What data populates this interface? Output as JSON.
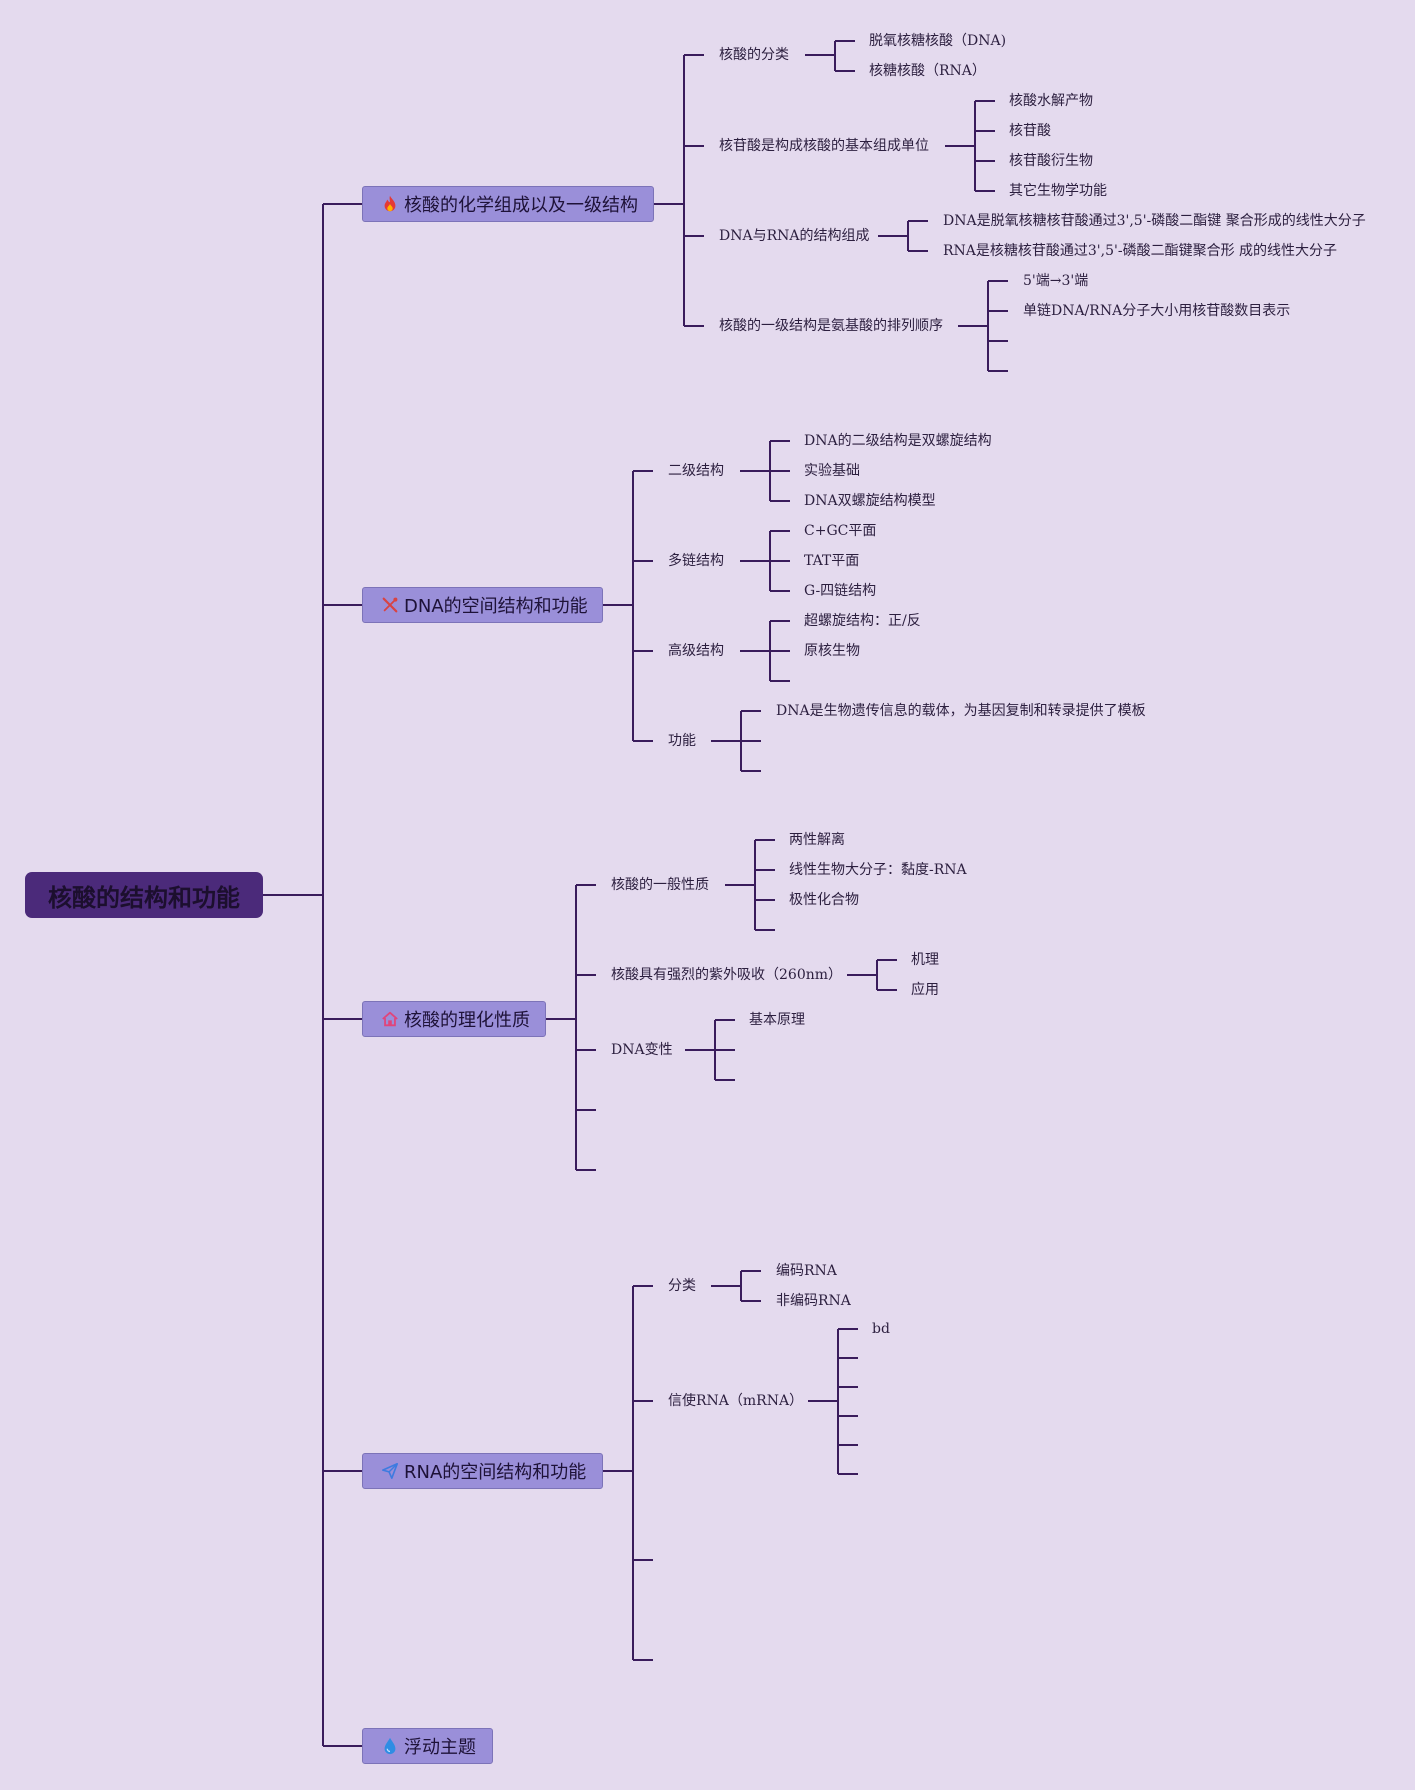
{
  "root": {
    "label": "核酸的结构和功能"
  },
  "branches": [
    {
      "label": "核酸的化学组成以及一级结构",
      "icon": "fire-icon",
      "icon_color": "#e53935",
      "children": [
        {
          "label": "核酸的分类",
          "children": [
            "脱氧核糖核酸（DNA)",
            "核糖核酸（RNA）"
          ]
        },
        {
          "label": "核苷酸是构成核酸的基本组成单位",
          "children": [
            "核酸水解产物",
            "核苷酸",
            "核苷酸衍生物",
            "其它生物学功能"
          ]
        },
        {
          "label": "DNA与RNA的结构组成",
          "children": [
            "DNA是脱氧核糖核苷酸通过3',5'-磷酸二酯键 聚合形成的线性大分子",
            "RNA是核糖核苷酸通过3',5'-磷酸二酯键聚合形 成的线性大分子"
          ]
        },
        {
          "label": "核酸的一级结构是氨基酸的排列顺序",
          "children": [
            "5'端→3'端",
            "单链DNA/RNA分子大小用核苷酸数目表示",
            "",
            ""
          ]
        }
      ]
    },
    {
      "label": "DNA的空间结构和功能",
      "icon": "tools-icon",
      "icon_color": "#d84343",
      "children": [
        {
          "label": "二级结构",
          "children": [
            "DNA的二级结构是双螺旋结构",
            "实验基础",
            "DNA双螺旋结构模型"
          ]
        },
        {
          "label": "多链结构",
          "children": [
            "C+GC平面",
            "TAT平面",
            "G-四链结构"
          ]
        },
        {
          "label": "高级结构",
          "children": [
            "超螺旋结构：正/反",
            "原核生物",
            ""
          ]
        },
        {
          "label": "功能",
          "children": [
            "DNA是生物遗传信息的载体，为基因复制和转录提供了模板",
            "",
            ""
          ]
        }
      ]
    },
    {
      "label": "核酸的理化性质",
      "icon": "home-icon",
      "icon_color": "#e0457b",
      "children": [
        {
          "label": "核酸的一般性质",
          "children": [
            "两性解离",
            "线性生物大分子：黏度-RNA",
            "极性化合物",
            ""
          ]
        },
        {
          "label": "核酸具有强烈的紫外吸收（260nm）",
          "children": [
            "机理",
            "应用"
          ]
        },
        {
          "label": "DNA变性",
          "children": [
            "基本原理",
            "",
            ""
          ]
        },
        {
          "label": "",
          "children": []
        },
        {
          "label": "",
          "children": []
        }
      ]
    },
    {
      "label": "RNA的空间结构和功能",
      "icon": "send-icon",
      "icon_color": "#3d7be0",
      "children": [
        {
          "label": "分类",
          "children": [
            "编码RNA",
            "非编码RNA"
          ]
        },
        {
          "label": "信使RNA（mRNA）",
          "children": [
            "bd",
            "",
            "",
            "",
            "",
            ""
          ]
        },
        {
          "label": "",
          "children": []
        },
        {
          "label": "",
          "children": []
        }
      ]
    },
    {
      "label": "浮动主题",
      "icon": "droplet-icon",
      "icon_color": "#2f8de4",
      "children": []
    }
  ]
}
